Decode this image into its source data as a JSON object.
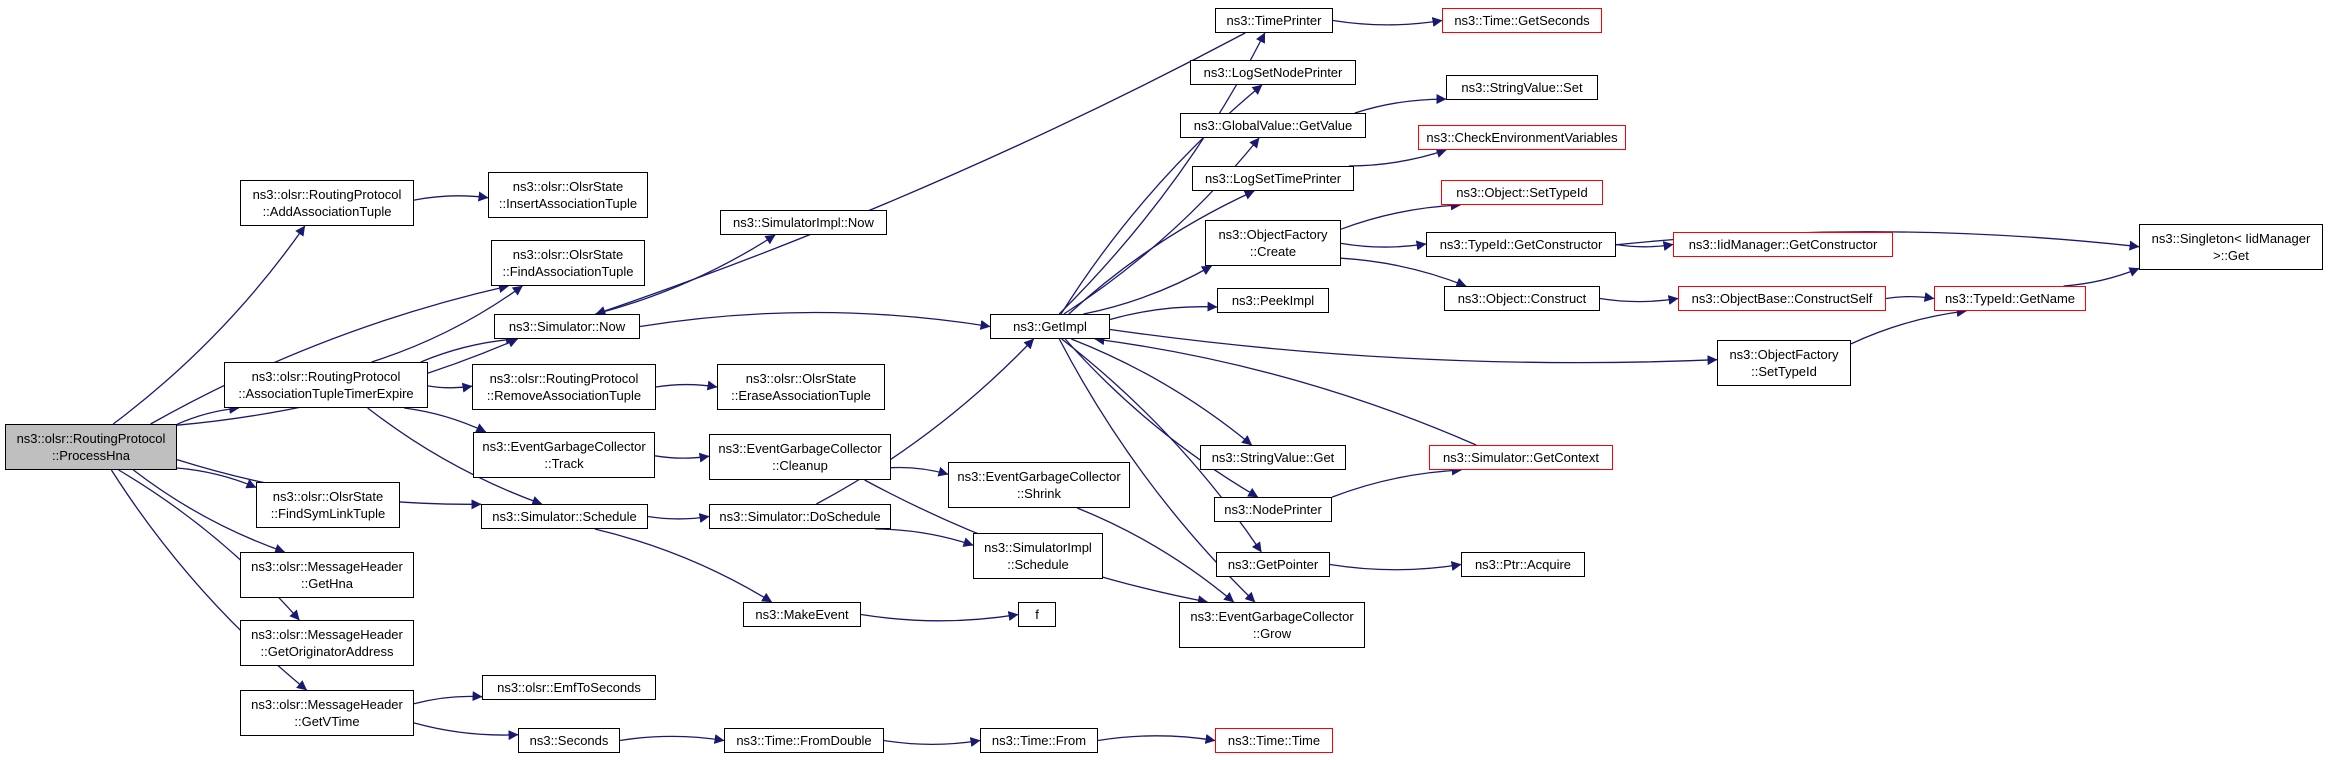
{
  "colors": {
    "edge": "#191970",
    "node_border": "#000000",
    "truncated_border": "#ff0000",
    "root_fill": "#bfbfbf"
  },
  "nodes": {
    "processhna": {
      "lines": [
        "ns3::olsr::RoutingProtocol",
        "::ProcessHna"
      ],
      "truncated": false,
      "root": true
    },
    "addassoc": {
      "lines": [
        "ns3::olsr::RoutingProtocol",
        "::AddAssociationTuple"
      ],
      "truncated": false
    },
    "insertassoc": {
      "lines": [
        "ns3::olsr::OlsrState",
        "::InsertAssociationTuple"
      ],
      "truncated": false
    },
    "findassoc": {
      "lines": [
        "ns3::olsr::OlsrState",
        "::FindAssociationTuple"
      ],
      "truncated": false
    },
    "simnow": {
      "lines": [
        "ns3::Simulator::Now"
      ],
      "truncated": false
    },
    "simimplnow": {
      "lines": [
        "ns3::SimulatorImpl::Now"
      ],
      "truncated": false
    },
    "assoctimer": {
      "lines": [
        "ns3::olsr::RoutingProtocol",
        "::AssociationTupleTimerExpire"
      ],
      "truncated": false
    },
    "removeassoc": {
      "lines": [
        "ns3::olsr::RoutingProtocol",
        "::RemoveAssociationTuple"
      ],
      "truncated": false
    },
    "eraseassoc": {
      "lines": [
        "ns3::olsr::OlsrState",
        "::EraseAssociationTuple"
      ],
      "truncated": false
    },
    "egctrack": {
      "lines": [
        "ns3::EventGarbageCollector",
        "::Track"
      ],
      "truncated": false
    },
    "egccleanup": {
      "lines": [
        "ns3::EventGarbageCollector",
        "::Cleanup"
      ],
      "truncated": false
    },
    "egcshrink": {
      "lines": [
        "ns3::EventGarbageCollector",
        "::Shrink"
      ],
      "truncated": false
    },
    "egcgrow": {
      "lines": [
        "ns3::EventGarbageCollector",
        "::Grow"
      ],
      "truncated": false
    },
    "simschedule": {
      "lines": [
        "ns3::Simulator::Schedule"
      ],
      "truncated": false
    },
    "dosched": {
      "lines": [
        "ns3::Simulator::DoSchedule"
      ],
      "truncated": false
    },
    "simimplsched": {
      "lines": [
        "ns3::SimulatorImpl",
        "::Schedule"
      ],
      "truncated": false
    },
    "makeevent": {
      "lines": [
        "ns3::MakeEvent"
      ],
      "truncated": false
    },
    "f": {
      "lines": [
        "f"
      ],
      "truncated": false
    },
    "findsym": {
      "lines": [
        "ns3::olsr::OlsrState",
        "::FindSymLinkTuple"
      ],
      "truncated": false
    },
    "gethna": {
      "lines": [
        "ns3::olsr::MessageHeader",
        "::GetHna"
      ],
      "truncated": false
    },
    "getorig": {
      "lines": [
        "ns3::olsr::MessageHeader",
        "::GetOriginatorAddress"
      ],
      "truncated": false
    },
    "getvtime": {
      "lines": [
        "ns3::olsr::MessageHeader",
        "::GetVTime"
      ],
      "truncated": false
    },
    "emf": {
      "lines": [
        "ns3::olsr::EmfToSeconds"
      ],
      "truncated": false
    },
    "seconds": {
      "lines": [
        "ns3::Seconds"
      ],
      "truncated": false
    },
    "fromdouble": {
      "lines": [
        "ns3::Time::FromDouble"
      ],
      "truncated": false
    },
    "timefrom": {
      "lines": [
        "ns3::Time::From"
      ],
      "truncated": false
    },
    "timetime": {
      "lines": [
        "ns3::Time::Time"
      ],
      "truncated": true
    },
    "getimpl": {
      "lines": [
        "ns3::GetImpl"
      ],
      "truncated": false
    },
    "timeprinter": {
      "lines": [
        "ns3::TimePrinter"
      ],
      "truncated": false
    },
    "timegetsec": {
      "lines": [
        "ns3::Time::GetSeconds"
      ],
      "truncated": true
    },
    "logsetnode": {
      "lines": [
        "ns3::LogSetNodePrinter"
      ],
      "truncated": false
    },
    "gvgetvalue": {
      "lines": [
        "ns3::GlobalValue::GetValue"
      ],
      "truncated": false
    },
    "strset": {
      "lines": [
        "ns3::StringValue::Set"
      ],
      "truncated": false
    },
    "checkenv": {
      "lines": [
        "ns3::CheckEnvironmentVariables"
      ],
      "truncated": true
    },
    "logsettime": {
      "lines": [
        "ns3::LogSetTimePrinter"
      ],
      "truncated": false
    },
    "objsettypeid": {
      "lines": [
        "ns3::Object::SetTypeId"
      ],
      "truncated": true
    },
    "ofcreate": {
      "lines": [
        "ns3::ObjectFactory",
        "::Create"
      ],
      "truncated": false
    },
    "tidgetctor": {
      "lines": [
        "ns3::TypeId::GetConstructor"
      ],
      "truncated": false
    },
    "iidgetctor": {
      "lines": [
        "ns3::IidManager::GetConstructor"
      ],
      "truncated": true
    },
    "singleton": {
      "lines": [
        "ns3::Singleton< IidManager",
        ">::Get"
      ],
      "truncated": false
    },
    "objconstruct": {
      "lines": [
        "ns3::Object::Construct"
      ],
      "truncated": false
    },
    "constructself": {
      "lines": [
        "ns3::ObjectBase::ConstructSelf"
      ],
      "truncated": true
    },
    "tidgetname": {
      "lines": [
        "ns3::TypeId::GetName"
      ],
      "truncated": true
    },
    "peekimpl": {
      "lines": [
        "ns3::PeekImpl"
      ],
      "truncated": false
    },
    "ofsettypeid": {
      "lines": [
        "ns3::ObjectFactory",
        "::SetTypeId"
      ],
      "truncated": false
    },
    "strget": {
      "lines": [
        "ns3::StringValue::Get"
      ],
      "truncated": false
    },
    "getcontext": {
      "lines": [
        "ns3::Simulator::GetContext"
      ],
      "truncated": true
    },
    "nodeprinter": {
      "lines": [
        "ns3::NodePrinter"
      ],
      "truncated": false
    },
    "getpointer": {
      "lines": [
        "ns3::GetPointer"
      ],
      "truncated": false
    },
    "ptracquire": {
      "lines": [
        "ns3::Ptr::Acquire"
      ],
      "truncated": false
    }
  },
  "edges": [
    [
      "processhna",
      "addassoc"
    ],
    [
      "processhna",
      "findassoc"
    ],
    [
      "processhna",
      "simnow"
    ],
    [
      "processhna",
      "assoctimer"
    ],
    [
      "processhna",
      "simschedule"
    ],
    [
      "processhna",
      "findsym"
    ],
    [
      "processhna",
      "gethna"
    ],
    [
      "processhna",
      "getorig"
    ],
    [
      "processhna",
      "getvtime"
    ],
    [
      "addassoc",
      "insertassoc"
    ],
    [
      "assoctimer",
      "findassoc"
    ],
    [
      "assoctimer",
      "simnow"
    ],
    [
      "assoctimer",
      "removeassoc"
    ],
    [
      "assoctimer",
      "egctrack"
    ],
    [
      "assoctimer",
      "simschedule"
    ],
    [
      "removeassoc",
      "eraseassoc"
    ],
    [
      "simnow",
      "simimplnow"
    ],
    [
      "simnow",
      "getimpl"
    ],
    [
      "egctrack",
      "egccleanup"
    ],
    [
      "egccleanup",
      "egcshrink"
    ],
    [
      "egccleanup",
      "egcgrow"
    ],
    [
      "egcshrink",
      "egcgrow"
    ],
    [
      "simschedule",
      "dosched"
    ],
    [
      "simschedule",
      "makeevent"
    ],
    [
      "dosched",
      "getimpl"
    ],
    [
      "dosched",
      "simimplsched"
    ],
    [
      "makeevent",
      "f"
    ],
    [
      "getvtime",
      "emf"
    ],
    [
      "getvtime",
      "seconds"
    ],
    [
      "seconds",
      "fromdouble"
    ],
    [
      "fromdouble",
      "timefrom"
    ],
    [
      "timefrom",
      "timetime"
    ],
    [
      "getimpl",
      "timeprinter"
    ],
    [
      "getimpl",
      "logsetnode"
    ],
    [
      "getimpl",
      "gvgetvalue"
    ],
    [
      "getimpl",
      "logsettime"
    ],
    [
      "getimpl",
      "ofcreate"
    ],
    [
      "getimpl",
      "peekimpl"
    ],
    [
      "getimpl",
      "ofsettypeid"
    ],
    [
      "getimpl",
      "strget"
    ],
    [
      "getimpl",
      "nodeprinter"
    ],
    [
      "getimpl",
      "getpointer"
    ],
    [
      "getimpl",
      "egcgrow"
    ],
    [
      "timeprinter",
      "simnow"
    ],
    [
      "timeprinter",
      "timegetsec"
    ],
    [
      "gvgetvalue",
      "strset"
    ],
    [
      "logsettime",
      "checkenv"
    ],
    [
      "ofcreate",
      "objsettypeid"
    ],
    [
      "ofcreate",
      "tidgetctor"
    ],
    [
      "ofcreate",
      "objconstruct"
    ],
    [
      "tidgetctor",
      "iidgetctor"
    ],
    [
      "tidgetctor",
      "singleton"
    ],
    [
      "objconstruct",
      "constructself"
    ],
    [
      "constructself",
      "tidgetname"
    ],
    [
      "tidgetname",
      "singleton"
    ],
    [
      "ofsettypeid",
      "tidgetname"
    ],
    [
      "getcontext",
      "getimpl"
    ],
    [
      "nodeprinter",
      "getcontext"
    ],
    [
      "getpointer",
      "ptracquire"
    ]
  ]
}
